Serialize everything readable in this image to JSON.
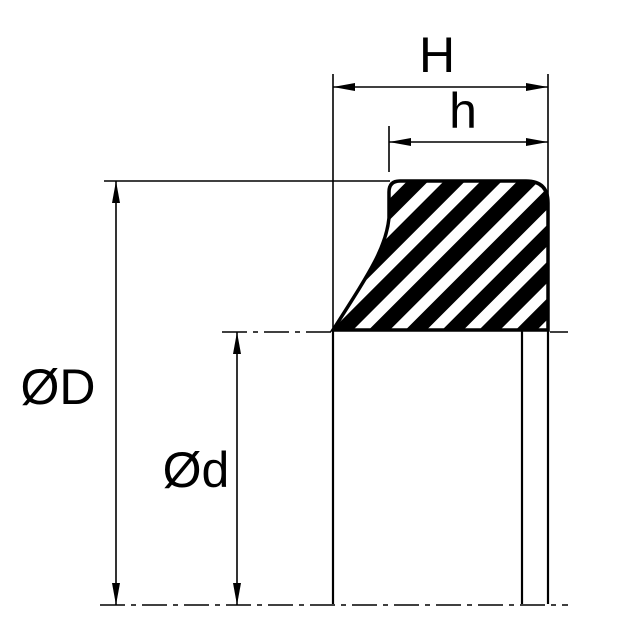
{
  "diagram": {
    "labels": {
      "total_width": "H",
      "body_width": "h",
      "outer_diameter": "ØD",
      "inner_diameter": "Ød"
    },
    "colors": {
      "line": "#000000",
      "background": "#ffffff",
      "hatch_fill": "#000000"
    }
  }
}
